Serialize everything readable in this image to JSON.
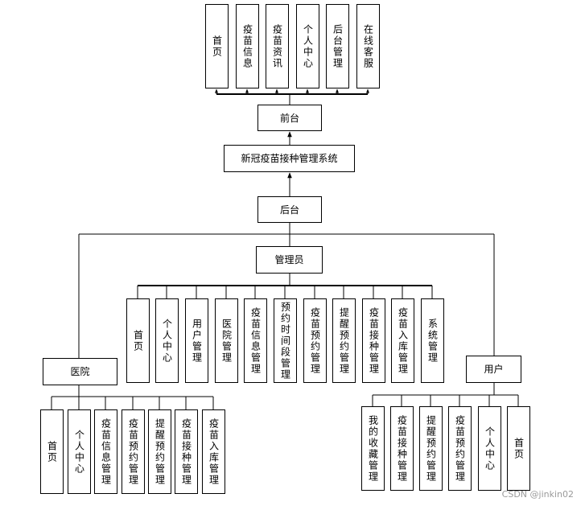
{
  "front": {
    "label": "前台",
    "modules": [
      "首页",
      "疫苗信息",
      "疫苗资讯",
      "个人中心",
      "后台管理",
      "在线客服"
    ]
  },
  "system": {
    "label": "新冠疫苗接种管理系统"
  },
  "backend": {
    "label": "后台"
  },
  "admin": {
    "label": "管理员",
    "modules": [
      "首页",
      "个人中心",
      "用户管理",
      "医院管理",
      "疫苗信息管理",
      "预约时间段管理",
      "疫苗预约管理",
      "提醒预约管理",
      "疫苗接种管理",
      "疫苗入库管理",
      "系统管理"
    ]
  },
  "hospital": {
    "label": "医院",
    "modules": [
      "首页",
      "个人中心",
      "疫苗信息管理",
      "疫苗预约管理",
      "提醒预约管理",
      "疫苗接种管理",
      "疫苗入库管理"
    ]
  },
  "user": {
    "label": "用户",
    "modules": [
      "我的收藏管理",
      "疫苗接种管理",
      "提醒预约管理",
      "疫苗预约管理",
      "个人中心",
      "首页"
    ]
  },
  "watermark": "CSDN @jinkin02"
}
